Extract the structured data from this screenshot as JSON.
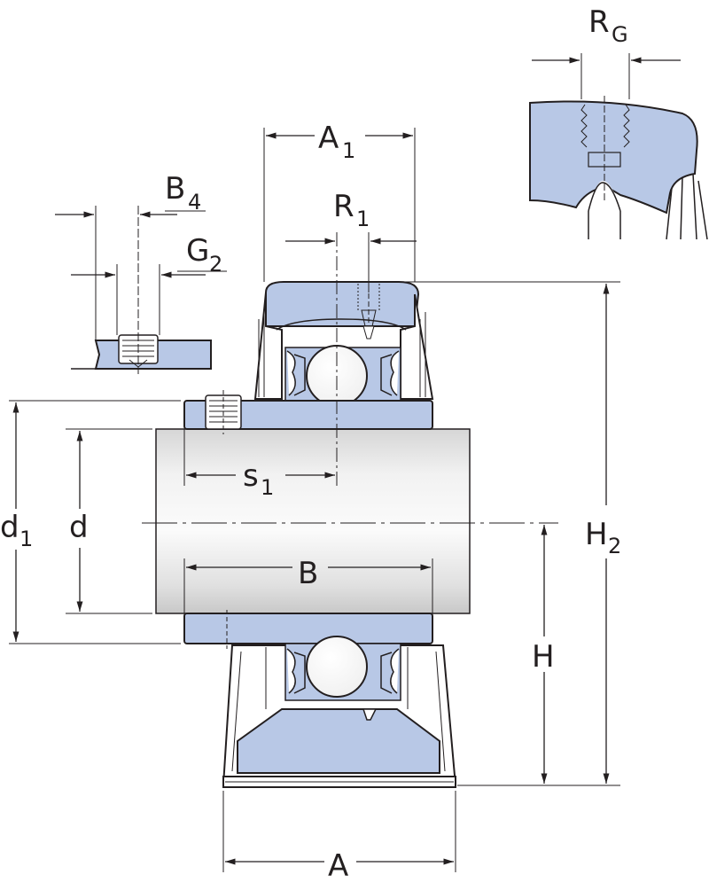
{
  "labels": {
    "rg": {
      "main": "R",
      "sub": "G"
    },
    "a1": {
      "main": "A",
      "sub": "1"
    },
    "b4": {
      "main": "B",
      "sub": "4"
    },
    "r1": {
      "main": "R",
      "sub": "1"
    },
    "g2": {
      "main": "G",
      "sub": "2"
    },
    "s1": {
      "main": "s",
      "sub": "1"
    },
    "d1": {
      "main": "d",
      "sub": "1"
    },
    "d": "d",
    "h2": {
      "main": "H",
      "sub": "2"
    },
    "b": "B",
    "h": "H",
    "a": "A"
  },
  "colors": {
    "part_fill": "#b8c8e6",
    "line": "#231f20",
    "shaft_light": "#f4f4f4",
    "shaft_dark": "#cfcfcf"
  }
}
